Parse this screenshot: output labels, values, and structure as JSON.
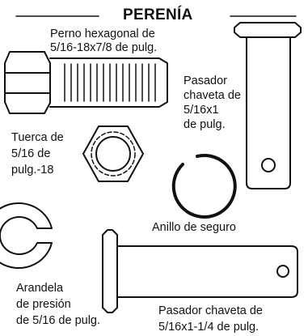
{
  "title": "PERENÍA",
  "parts": [
    {
      "id": "hex_bolt",
      "icon": "hex-bolt-icon",
      "label_lines": [
        "Perno hexagonal de",
        "5/16-18x7/8 de pulg."
      ]
    },
    {
      "id": "clevis_pin_short",
      "icon": "clevis-pin-icon",
      "label_lines": [
        "Pasador",
        "chaveta de",
        "5/16x1",
        "de pulg."
      ]
    },
    {
      "id": "hex_nut",
      "icon": "hex-nut-icon",
      "label_lines": [
        "Tuerca de",
        "5/16 de",
        "pulg.-18"
      ]
    },
    {
      "id": "retaining_ring",
      "icon": "snap-ring-icon",
      "label_lines": [
        "Anillo de seguro"
      ]
    },
    {
      "id": "lock_washer",
      "icon": "split-lock-washer-icon",
      "label_lines": [
        "Arandela",
        "de presión",
        "de 5/16 de pulg."
      ]
    },
    {
      "id": "clevis_pin_long",
      "icon": "clevis-pin-icon",
      "label_lines": [
        "Pasador chaveta de",
        "5/16x1-1/4 de pulg."
      ]
    }
  ]
}
